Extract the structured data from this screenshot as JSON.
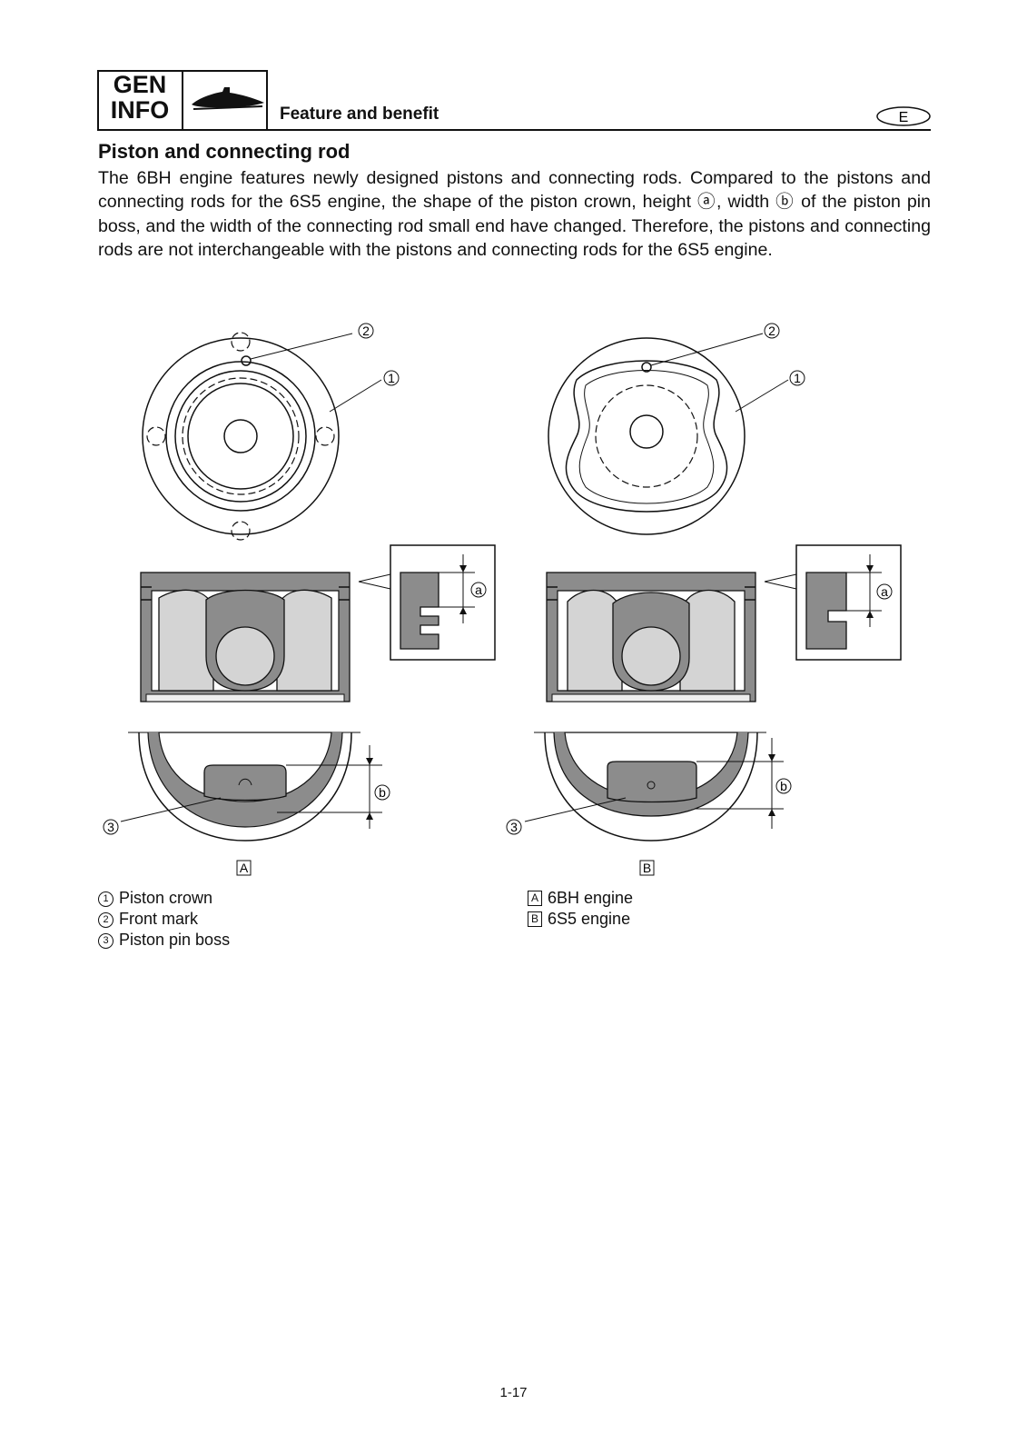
{
  "header": {
    "badge_line1": "GEN",
    "badge_line2": "INFO",
    "section_label": "Feature and benefit",
    "language_mark": "E"
  },
  "main": {
    "title": "Piston and connecting rod",
    "body": "The 6BH engine features newly designed pistons and connecting rods. Compared to the pistons and connecting rods for the 6S5 engine, the shape of the piston crown, height ⓐ, width ⓑ of the piston pin boss, and the width of the connecting rod small end have changed. Therefore, the pistons and connecting rods are not interchangeable with the pistons and connecting rods for the 6S5 engine."
  },
  "figure": {
    "callouts": {
      "one": "1",
      "two": "2",
      "three": "3",
      "a": "a",
      "b": "b"
    },
    "panel_a": "A",
    "panel_b": "B"
  },
  "legend": {
    "left": [
      {
        "num": "1",
        "text": "Piston crown"
      },
      {
        "num": "2",
        "text": "Front mark"
      },
      {
        "num": "3",
        "text": "Piston pin boss"
      }
    ],
    "right": [
      {
        "key": "A",
        "text": "6BH engine"
      },
      {
        "key": "B",
        "text": "6S5 engine"
      }
    ]
  },
  "footer": {
    "page_number": "1-17"
  }
}
